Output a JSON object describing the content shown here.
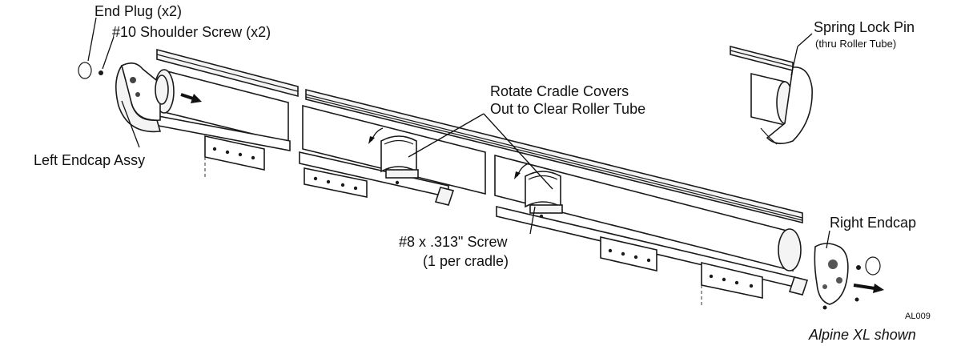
{
  "labels": {
    "end_plug": "End Plug (x2)",
    "shoulder_screw": "#10 Shoulder Screw (x2)",
    "spring_lock_pin": "Spring Lock Pin",
    "spring_lock_pin_note": "(thru Roller Tube)",
    "rotate_cradle_line1": "Rotate Cradle Covers",
    "rotate_cradle_line2": "Out to Clear Roller Tube",
    "left_endcap": "Left Endcap Assy",
    "right_endcap": "Right Endcap",
    "screw_line1": "#8 x .313\" Screw",
    "screw_line2": "(1 per cradle)",
    "figure_id": "AL009",
    "model_note": "Alpine XL shown"
  }
}
